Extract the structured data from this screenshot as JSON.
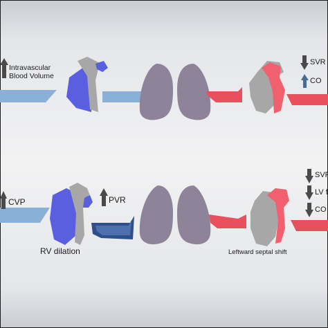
{
  "top_panel": {
    "left_label_line1": "Intravascular",
    "left_label_line2": "Blood Volume",
    "right_label_1": "SVR",
    "right_label_2": "CO"
  },
  "bottom_panel": {
    "left_label": "CVP",
    "rv_caption": "RV dilation",
    "pvr_label": "PVR",
    "septal_caption": "Leftward septal shift",
    "right_label_1": "SVR",
    "right_label_2": "LV f",
    "right_label_3": "CO"
  },
  "colors": {
    "right_heart": "#5a5fe0",
    "left_heart": "#f0606e",
    "venous_vessel": "#8ab0d8",
    "arterial_vessel": "#e8505e",
    "pulmonary_artery_dilated": "#2e4f8a",
    "lung": "#8f8399",
    "heart_body": "#a7a7a7",
    "arrow": "#4a4a4a"
  },
  "icons": [
    "up-arrow-icon",
    "down-arrow-icon",
    "heart-icon",
    "lung-icon",
    "vessel-icon"
  ]
}
